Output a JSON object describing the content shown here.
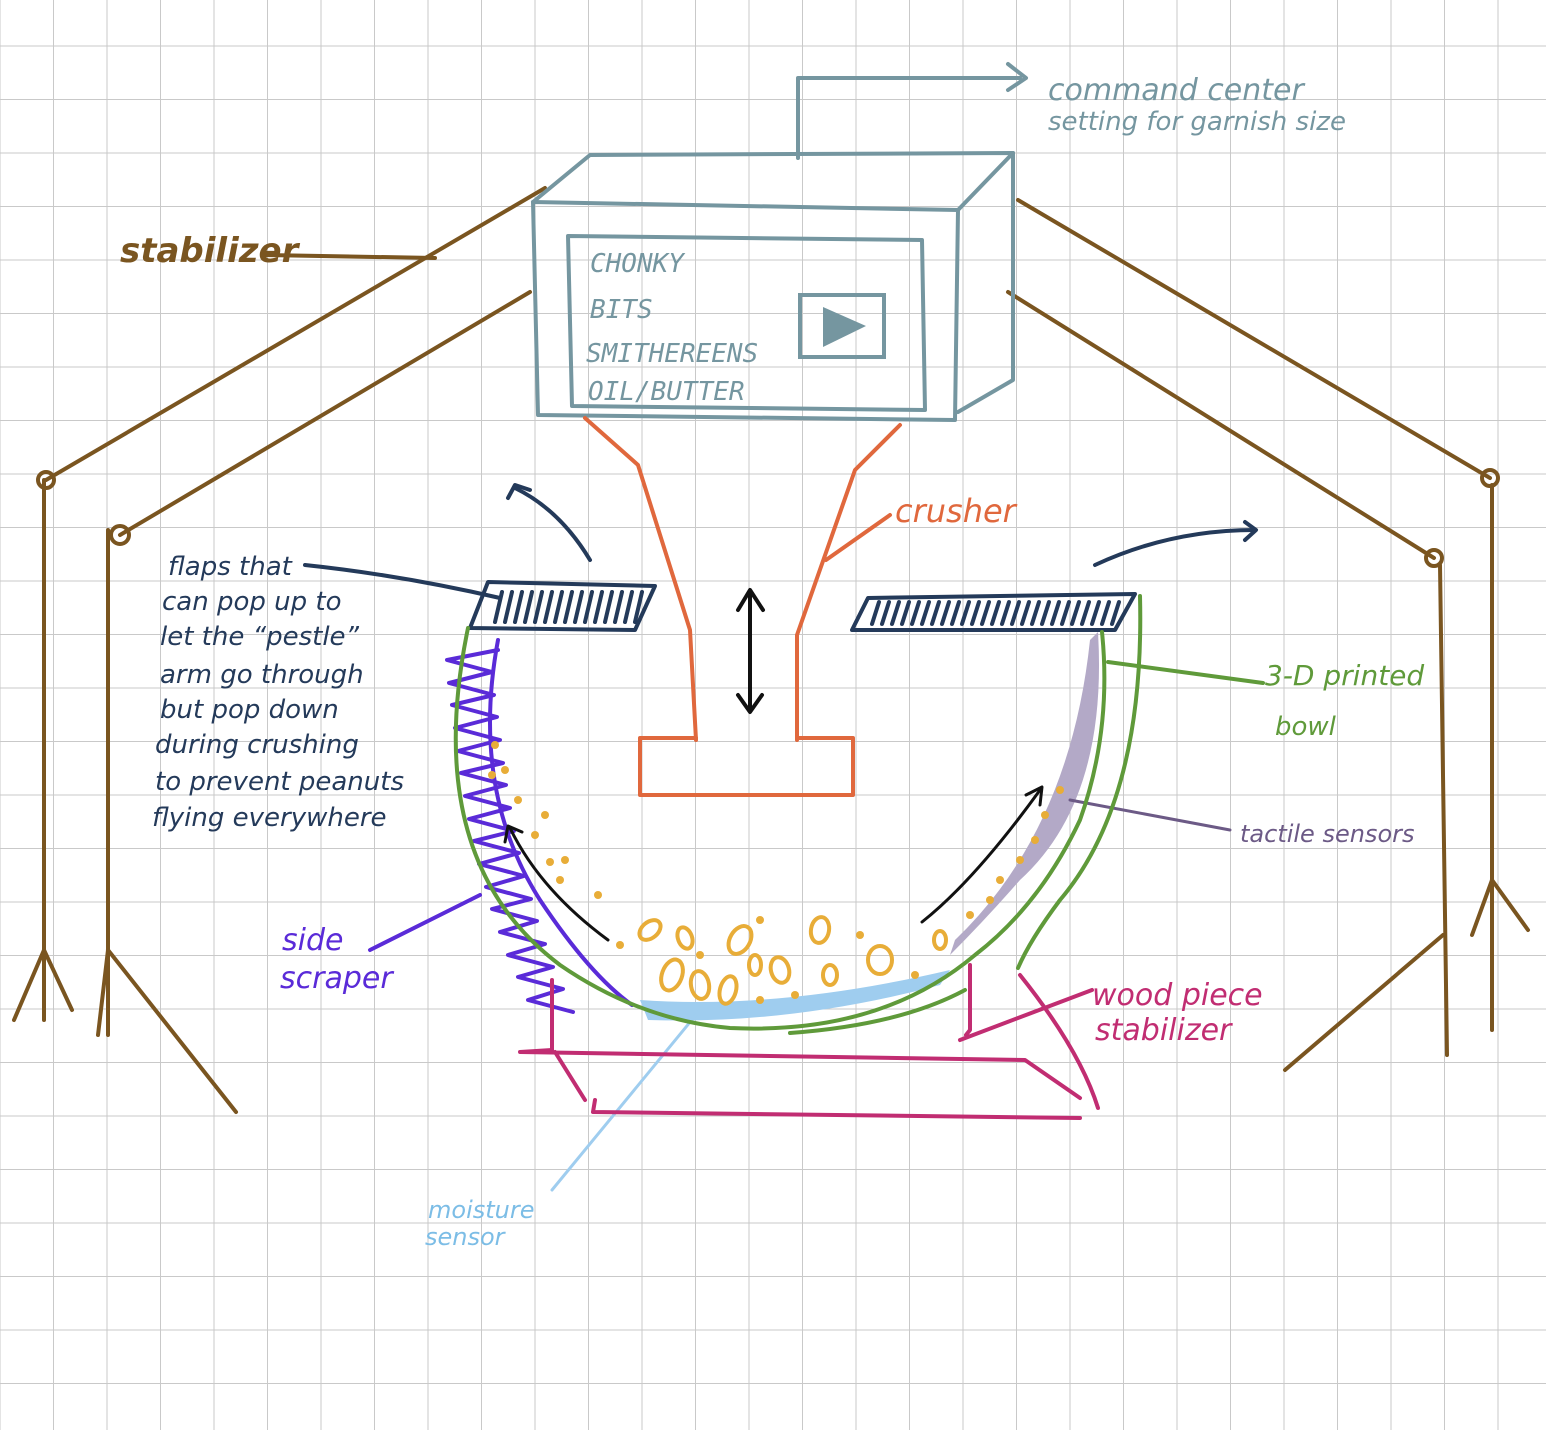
{
  "colors": {
    "grid": "#c9c9c9",
    "stabilizer": "#7a5520",
    "command": "#7596a0",
    "crusher": "#e0683d",
    "flaps": "#243a5a",
    "bowl": "#5f9a3a",
    "tactile": "#9c8fb2",
    "tactile_label": "#6c5a86",
    "scraper": "#5a2bd8",
    "moisture": "#9fcdef",
    "moisture_label": "#7cbde6",
    "wood": "#c12d72",
    "peanut": "#e8ad38",
    "arrow": "#111111"
  },
  "labels": {
    "command_center": "command center",
    "garnish_setting": "setting for garnish size",
    "stabilizer": "stabilizer",
    "crusher": "crusher",
    "flaps_lines": [
      "flaps that",
      "can pop up to",
      "let the “pestle”",
      "arm go through",
      "but pop down",
      "during crushing",
      "to prevent peanuts",
      "flying everywhere"
    ],
    "bowl_line1": "3-D printed",
    "bowl_line2": "bowl",
    "tactile": "tactile sensors",
    "scraper_line1": "side",
    "scraper_line2": "scraper",
    "wood_line1": "wood piece",
    "wood_line2": "stabilizer",
    "moisture_line1": "moisture",
    "moisture_line2": "sensor"
  },
  "screen_options": [
    "CHONKY",
    "BITS",
    "SMITHEREENS",
    "OIL/BUTTER"
  ],
  "icons": {
    "play": "play-icon"
  }
}
